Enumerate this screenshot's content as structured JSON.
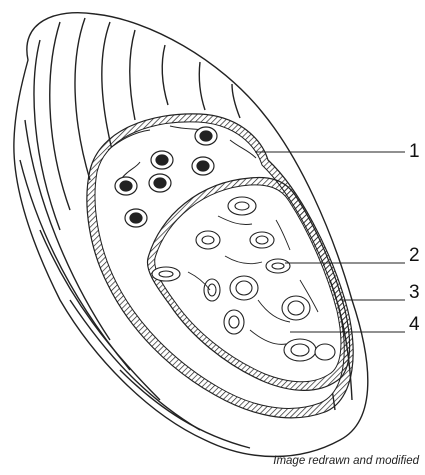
{
  "figure": {
    "callout_labels": [
      "1",
      "2",
      "3",
      "4"
    ],
    "caption": "Image redrawn and modified"
  }
}
